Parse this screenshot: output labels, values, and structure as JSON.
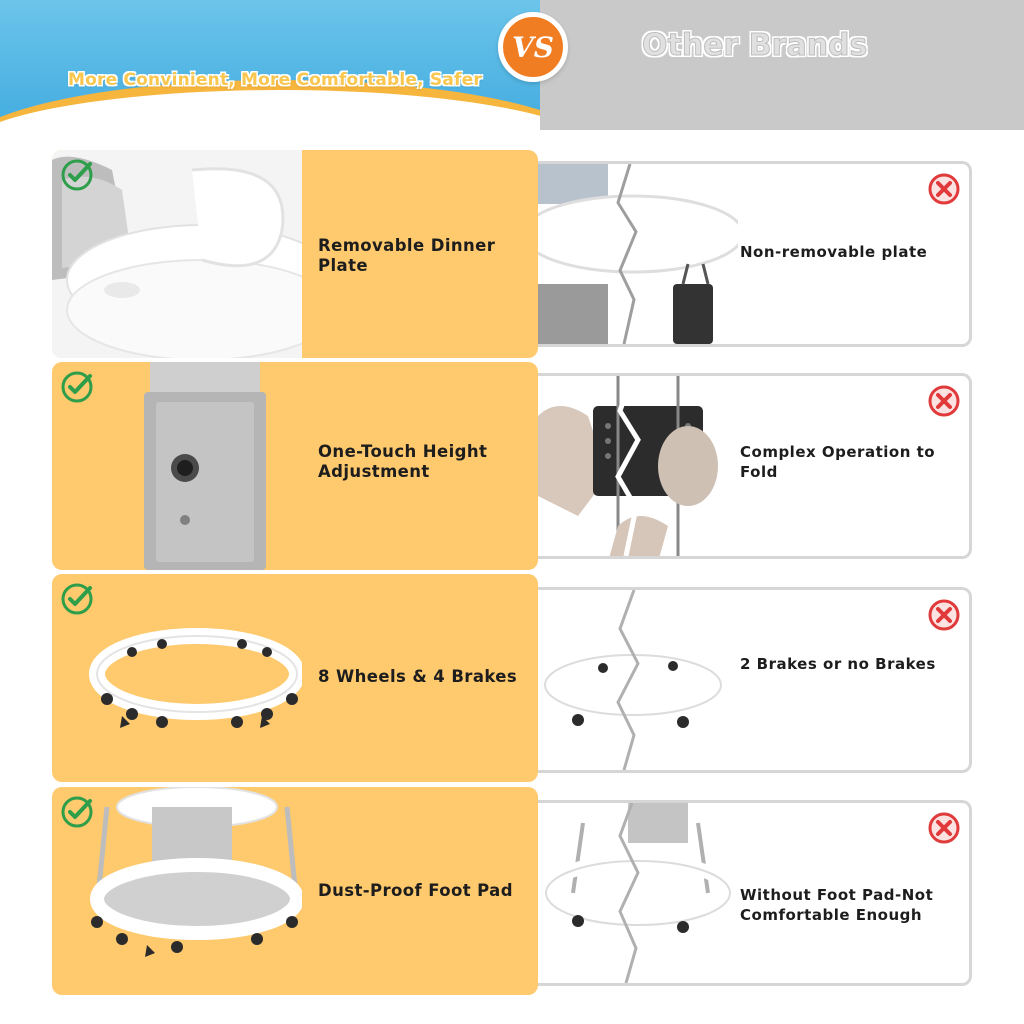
{
  "header": {
    "tagline": "More Convinient, More Comfortable, Safer",
    "vs_label": "VS",
    "competitor_label": "Other Brands"
  },
  "colors": {
    "feature_bg": "#ffc96d",
    "header_blue": "#42ace0",
    "header_gray": "#c9c9c9",
    "vs_orange": "#f07d22",
    "check_green": "#2e9e4a",
    "cross_red": "#e03a3a"
  },
  "rows": [
    {
      "feature": "Removable Dinner Plate",
      "feature_icon": "check-icon",
      "competitor": "Non-removable plate",
      "competitor_icon": "cross-icon"
    },
    {
      "feature": "One-Touch Height Adjustment",
      "feature_icon": "check-icon",
      "competitor": "Complex Operation to Fold",
      "competitor_icon": "cross-icon"
    },
    {
      "feature": "8 Wheels & 4 Brakes",
      "feature_icon": "check-icon",
      "competitor": "2 Brakes or no Brakes",
      "competitor_icon": "cross-icon"
    },
    {
      "feature": "Dust-Proof Foot Pad",
      "feature_icon": "check-icon",
      "competitor": "Without Foot Pad-Not Comfortable Enough",
      "competitor_icon": "cross-icon"
    }
  ]
}
